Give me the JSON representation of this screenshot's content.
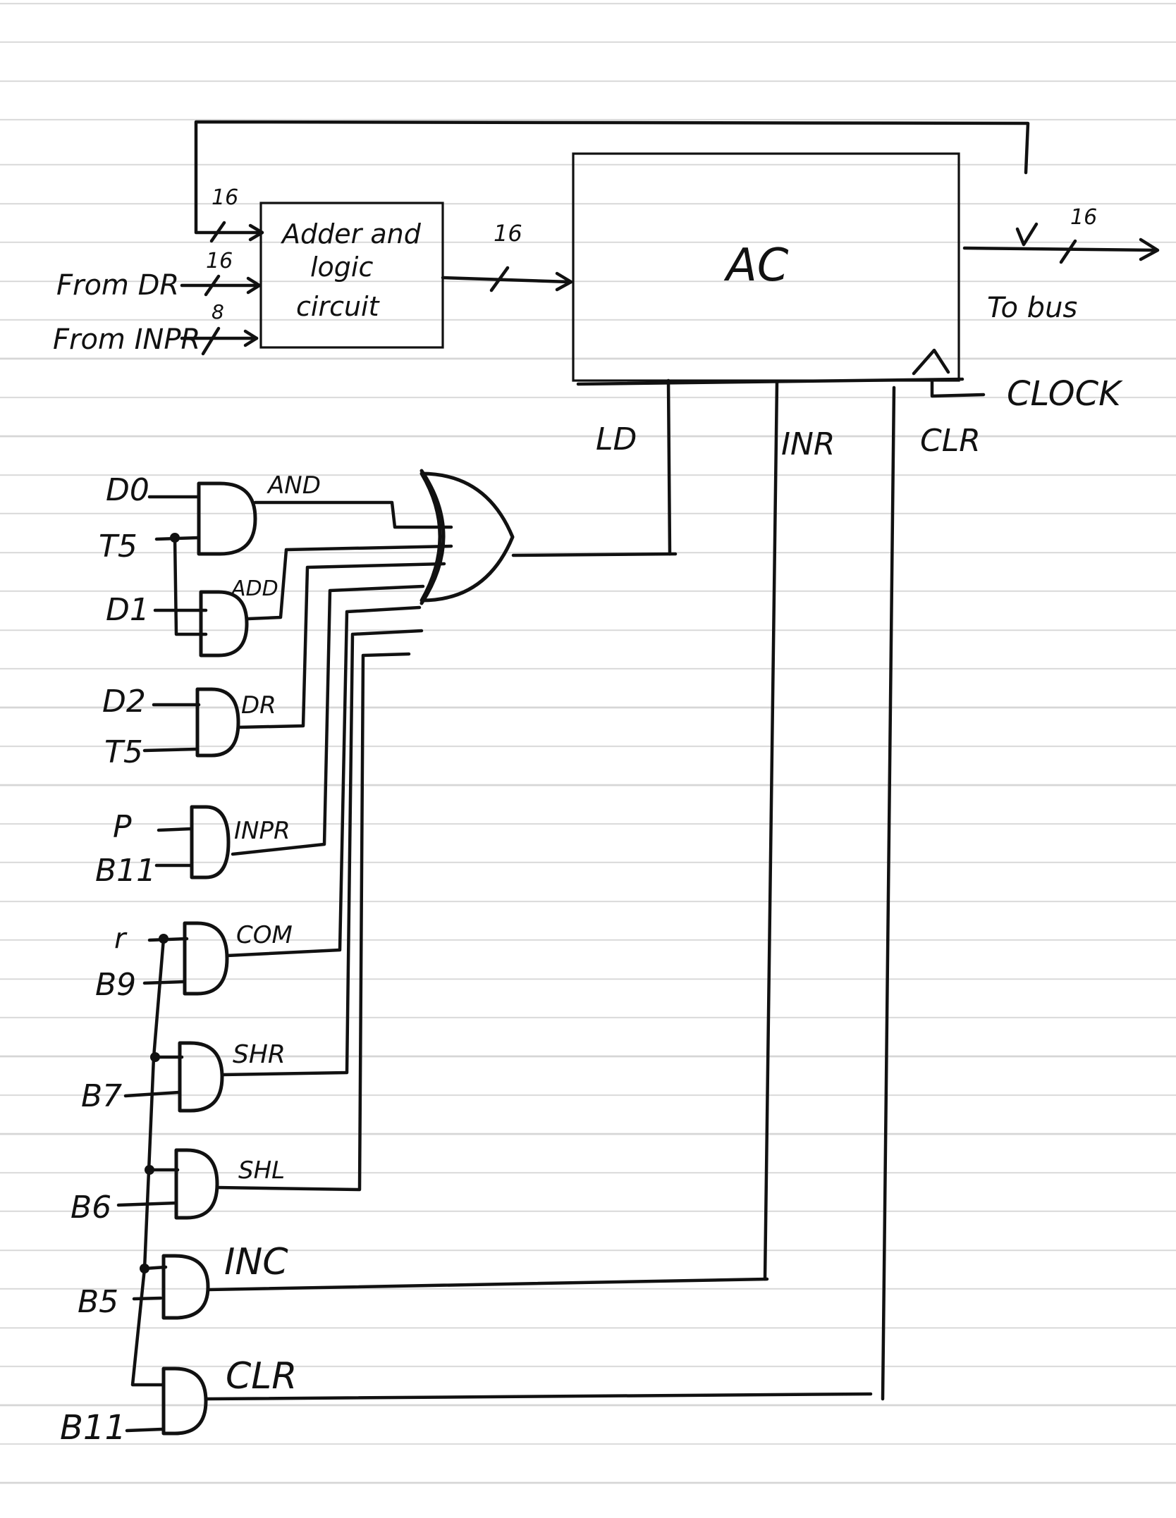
{
  "blocks": {
    "adder": [
      "Adder and",
      "logic",
      "circuit"
    ],
    "ac": "AC"
  },
  "bus_widths": {
    "feedback": "16",
    "from_dr": "16",
    "from_inpr": "8",
    "adder_to_ac": "16",
    "to_bus": "16"
  },
  "inputs": {
    "from_dr": "From DR",
    "from_inpr": "From INPR"
  },
  "outputs": {
    "to_bus": "To bus"
  },
  "control_lines": {
    "ld": "LD",
    "inr": "INR",
    "clr": "CLR",
    "clock": "CLOCK"
  },
  "gates": [
    {
      "output": "AND",
      "inputs": [
        "D0",
        "T5"
      ]
    },
    {
      "output": "ADD",
      "inputs": [
        "D1"
      ]
    },
    {
      "output": "DR",
      "inputs": [
        "D2",
        "T5"
      ]
    },
    {
      "output": "INPR",
      "inputs": [
        "P",
        "B11"
      ]
    },
    {
      "output": "COM",
      "inputs": [
        "r",
        "B9"
      ]
    },
    {
      "output": "SHR",
      "inputs": [
        "B7"
      ]
    },
    {
      "output": "SHL",
      "inputs": [
        "B6"
      ]
    },
    {
      "output": "INC",
      "inputs": [
        "B5"
      ]
    },
    {
      "output": "CLR",
      "inputs": [
        "B11"
      ]
    }
  ]
}
